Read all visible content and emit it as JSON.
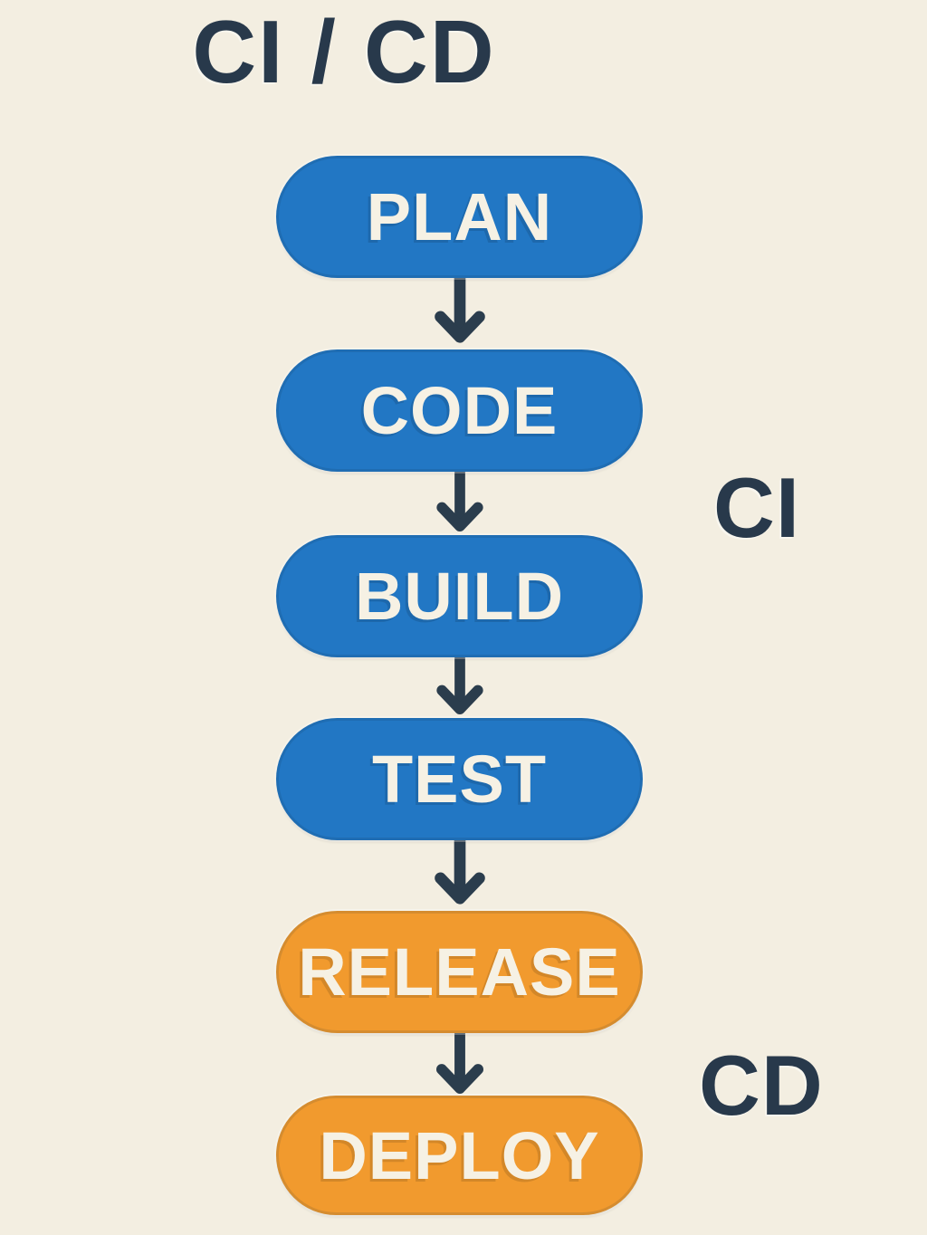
{
  "title": "CI / CD",
  "colors": {
    "background": "#f3eee1",
    "node_blue": "#2277c4",
    "node_orange": "#f19a2e",
    "text_navy": "#28394b",
    "node_label": "#f6f1e4",
    "arrow": "#2b3d4d"
  },
  "diagram": {
    "type": "flowchart",
    "direction": "top-to-bottom",
    "nodes": [
      {
        "label": "PLAN",
        "color": "blue"
      },
      {
        "label": "CODE",
        "color": "blue"
      },
      {
        "label": "BUILD",
        "color": "blue"
      },
      {
        "label": "TEST",
        "color": "blue"
      },
      {
        "label": "RELEASE",
        "color": "orange"
      },
      {
        "label": "DEPLOY",
        "color": "orange"
      }
    ],
    "connections": [
      {
        "from": "PLAN",
        "to": "CODE",
        "icon": "arrow-down"
      },
      {
        "from": "CODE",
        "to": "BUILD",
        "icon": "arrow-down"
      },
      {
        "from": "BUILD",
        "to": "TEST",
        "icon": "arrow-down"
      },
      {
        "from": "TEST",
        "to": "RELEASE",
        "icon": "arrow-down"
      },
      {
        "from": "RELEASE",
        "to": "DEPLOY",
        "icon": "arrow-down"
      }
    ],
    "side_labels": [
      {
        "label": "CI",
        "group": "blue-stages"
      },
      {
        "label": "CD",
        "group": "orange-stages"
      }
    ]
  }
}
